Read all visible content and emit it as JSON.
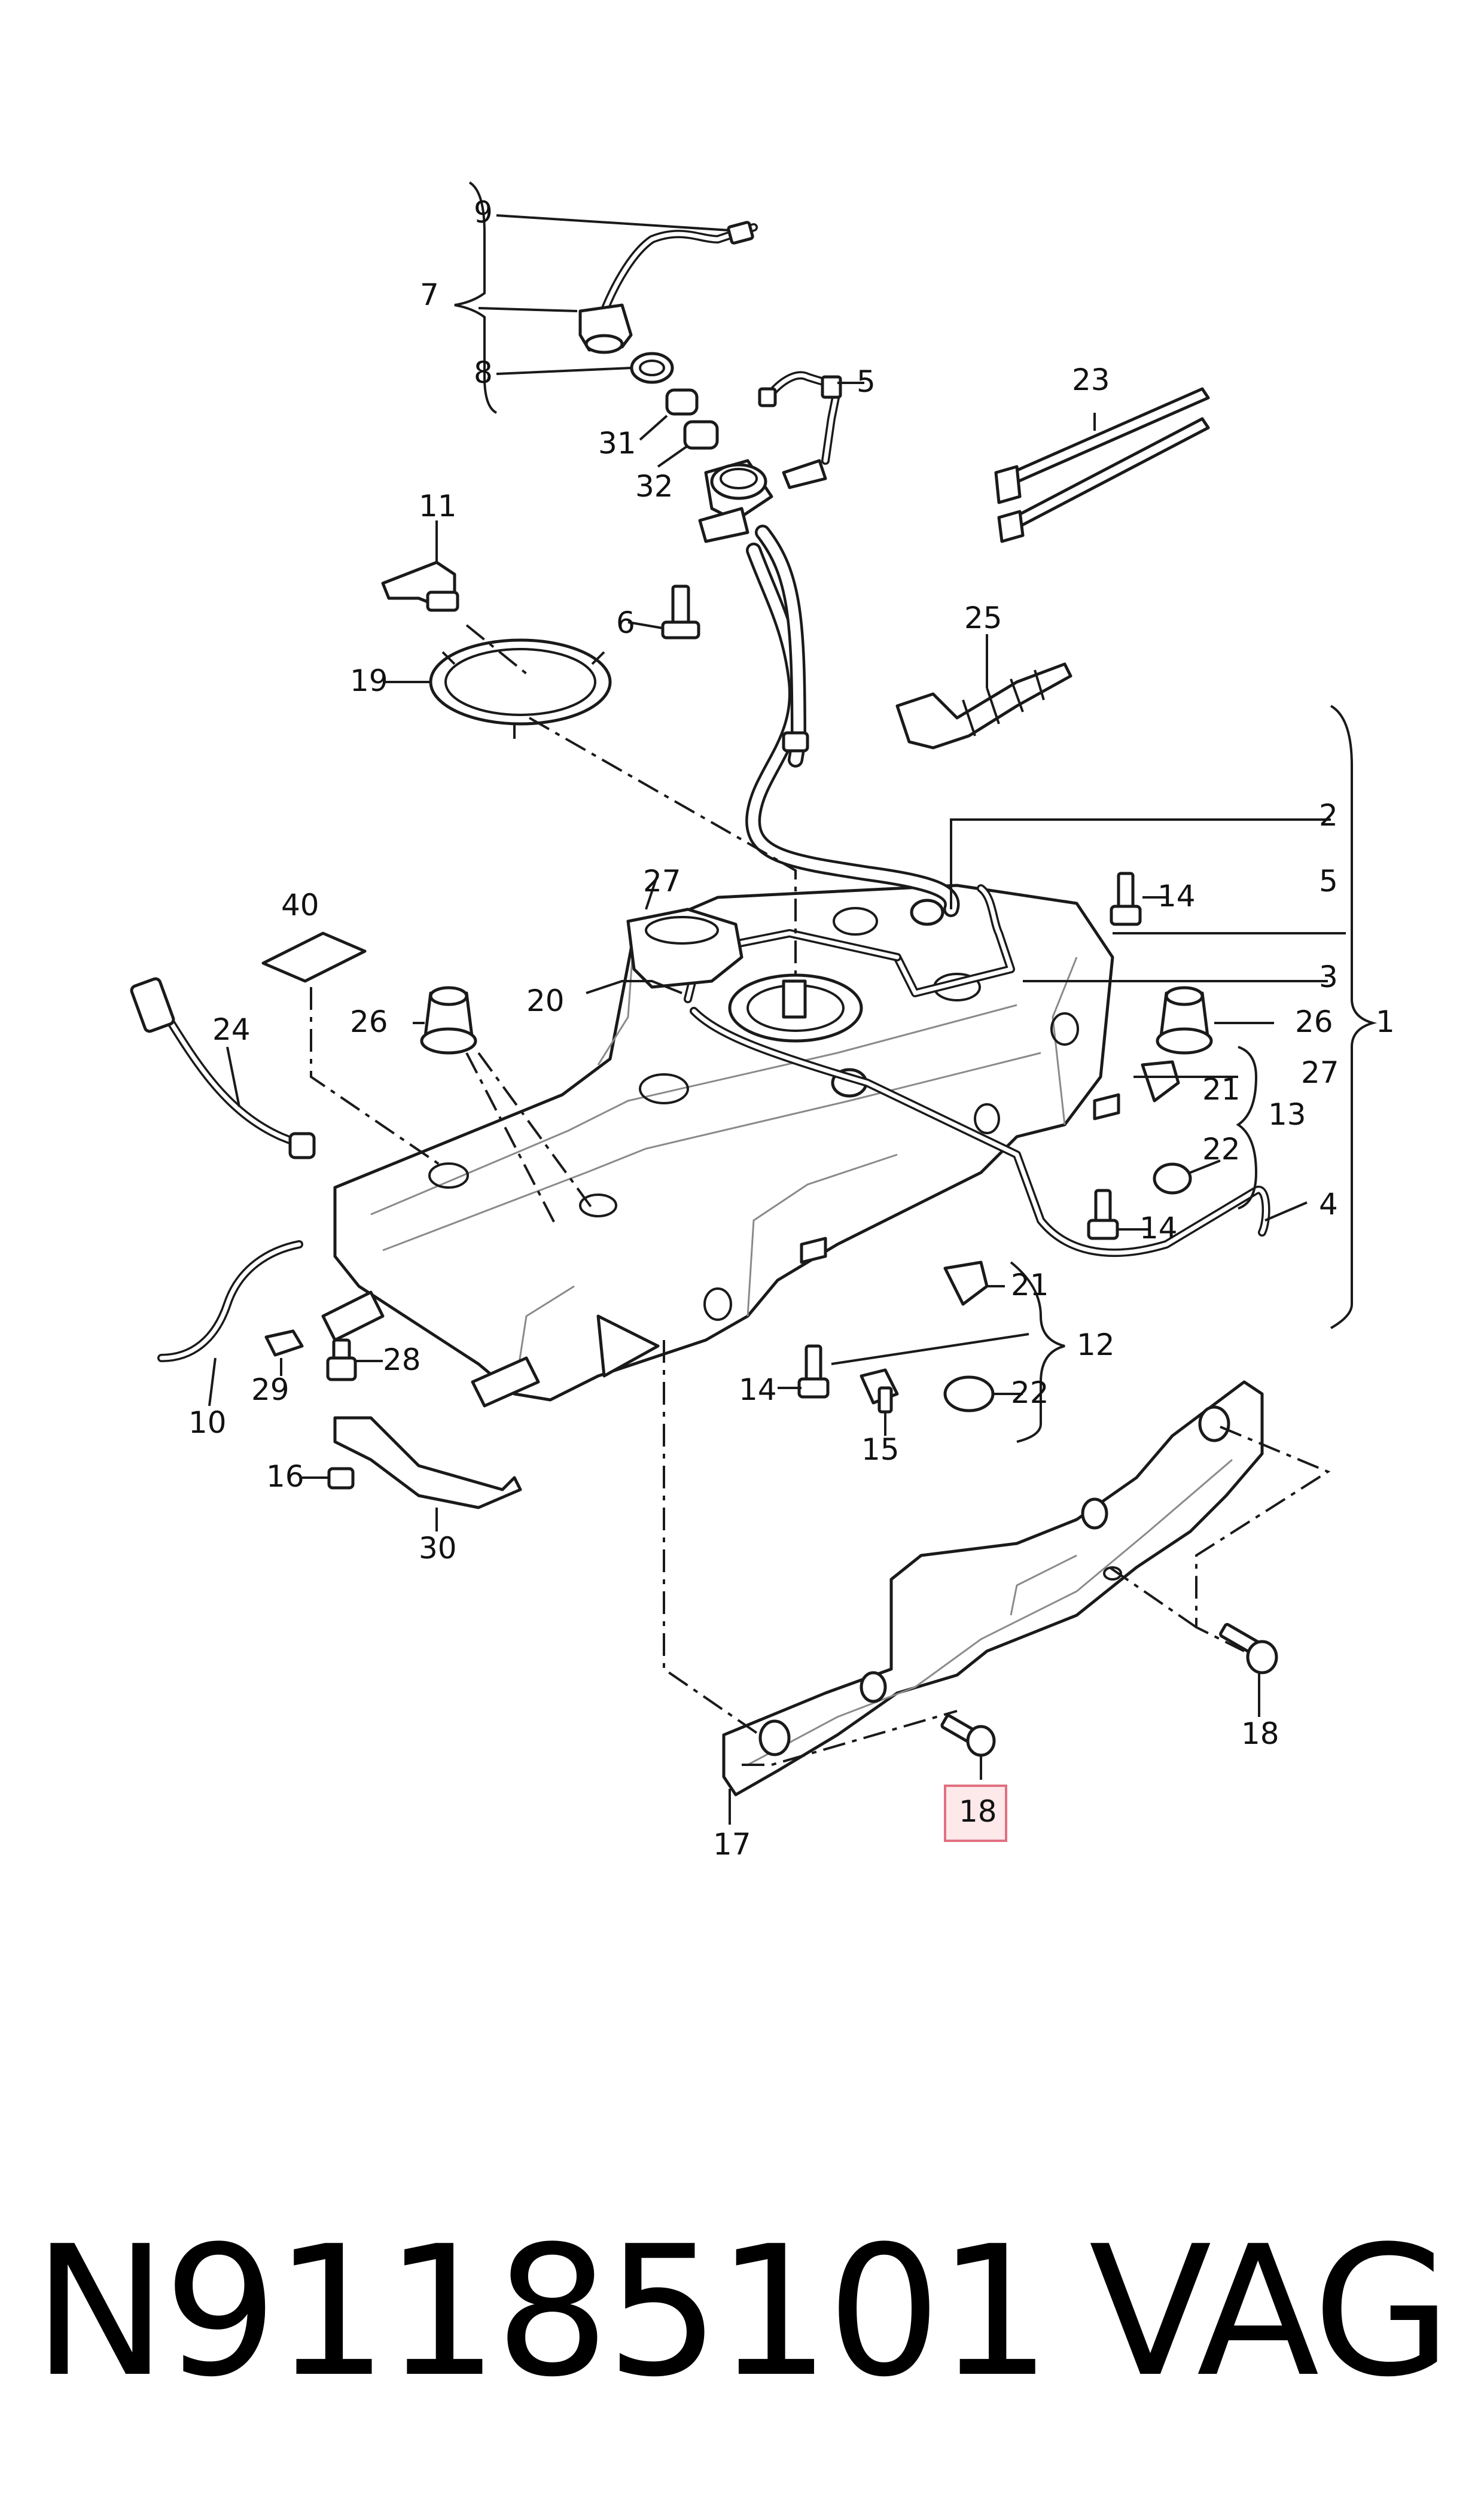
{
  "callouts": {
    "c9": "9",
    "c7": "7",
    "c8": "8",
    "c5a": "5",
    "c31": "31",
    "c32": "32",
    "c11": "11",
    "c6": "6",
    "c19": "19",
    "c23": "23",
    "c25": "25",
    "c2": "2",
    "c5b": "5",
    "c14a": "14",
    "c27a": "27",
    "c40": "40",
    "c20": "20",
    "c3": "3",
    "c26a": "26",
    "c26b": "26",
    "c1": "1",
    "c27b": "27",
    "c24": "24",
    "c21a": "21",
    "c13": "13",
    "c22a": "22",
    "c14b": "14",
    "c4": "4",
    "c21b": "21",
    "c12": "12",
    "c14c": "14",
    "c22b": "22",
    "c15": "15",
    "c28": "28",
    "c29": "29",
    "c10": "10",
    "c16": "16",
    "c30": "30",
    "c18a": "18",
    "c18b": "18",
    "c17": "17"
  },
  "footer": {
    "part_number": "N91185101",
    "brand": "VAG"
  },
  "colors": {
    "line": "#1a1a1a",
    "highlight_border": "#e07080",
    "highlight_fill": "#fde8ea"
  }
}
